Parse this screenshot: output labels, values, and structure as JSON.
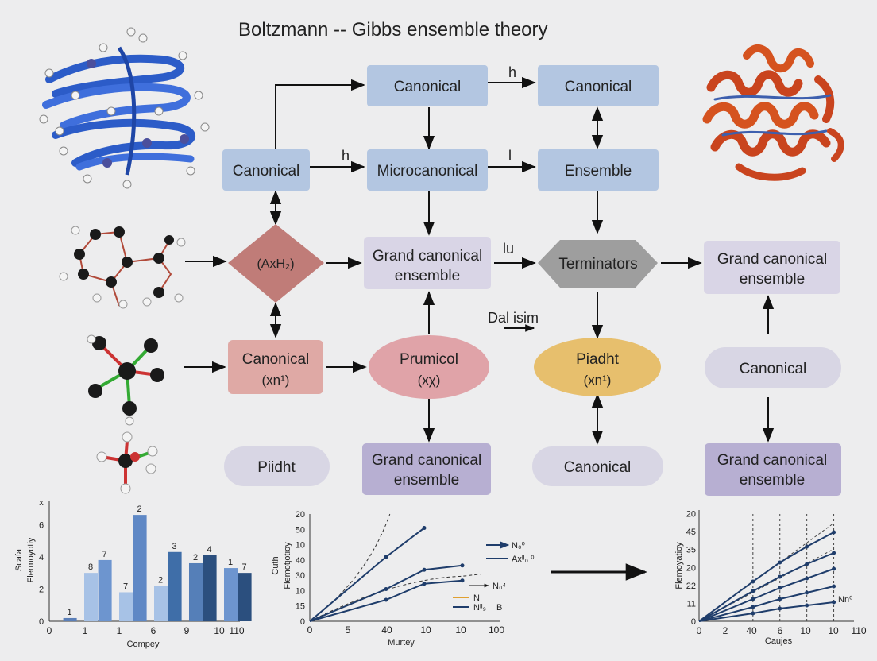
{
  "title": "Boltzmann -- Gibbs ensemble theory",
  "nodes": {
    "canonical_top_center": "Canonical",
    "canonical_top_right": "Canonical",
    "canonical_row2_left": "Canonical",
    "microcanonical": "Microcanonical",
    "ensemble": "Ensemble",
    "diamond": "(AxH₂)",
    "grand_center_line1": "Grand canonical",
    "grand_center_line2": "ensemble",
    "terminators": "Terminators",
    "grand_right_line1": "Grand canonical",
    "grand_right_line2": "ensemble",
    "canonical_red_line1": "Canonical",
    "canonical_red_line2": "(xn¹)",
    "prumicol_line1": "Prumicol",
    "prumicol_line2": "(xχ)",
    "piadht_line1": "Piadht",
    "piadht_line2": "(xn¹)",
    "canonical_right_mid": "Canonical",
    "piidht": "Piidht",
    "grand_bottom_center_line1": "Grand canonical",
    "grand_bottom_center_line2": "ensemble",
    "canonical_bottom": "Canonical",
    "grand_bottom_right_line1": "Grand canonical",
    "grand_bottom_right_line2": "ensemble"
  },
  "edge_labels": {
    "h_top": "h",
    "h_mid": "h",
    "l_mid": "l",
    "lu": "lu",
    "dal_isim": "Dal isim"
  },
  "colors": {
    "blue_box": "#b3c6e1",
    "lavender_box": "#d9d5e6",
    "purple_box": "#b7afd2",
    "gray_oval": "#d8d6e4",
    "red_box": "#dfa9a5",
    "diamond": "#c07c78",
    "terminator": "#9e9e9e",
    "pink_oval": "#e0a3a8",
    "yellow_oval": "#e7bf6d",
    "arrow": "#111111",
    "helix_red": "#c9441e",
    "sheet_blue": "#2c5cc8"
  },
  "chart_data": [
    {
      "type": "bar",
      "title": "",
      "ylabel_line1": "Scafa",
      "ylabel_line2": "Flermoyotiy",
      "xlabel": "Compey",
      "y_axis_label": "x",
      "yticks": [
        "0",
        "2",
        "4",
        "6"
      ],
      "xticks": [
        "0",
        "1",
        "1",
        "6",
        "9",
        "10",
        "110"
      ],
      "ylim": [
        0,
        7
      ],
      "bars": [
        {
          "x": 0.4,
          "value": 0.2,
          "label": "1",
          "color": "#5b7fb8"
        },
        {
          "x": 1.0,
          "value": 3.0,
          "label": "8",
          "color": "#a7c2e6"
        },
        {
          "x": 1.4,
          "value": 3.8,
          "label": "7",
          "color": "#6d95cf"
        },
        {
          "x": 2.0,
          "value": 1.8,
          "label": "7",
          "color": "#a7c2e6"
        },
        {
          "x": 2.4,
          "value": 6.6,
          "label": "2",
          "color": "#5f88c5"
        },
        {
          "x": 3.0,
          "value": 2.2,
          "label": "2",
          "color": "#a7c2e6"
        },
        {
          "x": 3.4,
          "value": 4.3,
          "label": "3",
          "color": "#3f6ea8"
        },
        {
          "x": 4.0,
          "value": 3.6,
          "label": "2",
          "color": "#557fb8"
        },
        {
          "x": 4.4,
          "value": 4.1,
          "label": "4",
          "color": "#2b4f7e"
        },
        {
          "x": 5.0,
          "value": 3.3,
          "label": "1",
          "color": "#6d95cf"
        },
        {
          "x": 5.4,
          "value": 3.0,
          "label": "7",
          "color": "#2b4f7e"
        }
      ]
    },
    {
      "type": "line",
      "title": "",
      "ylabel_line1": "Cuth",
      "ylabel_line2": "Flemotjotioy",
      "xlabel": "Murtey",
      "xticks": [
        "0",
        "5",
        "40",
        "10",
        "10",
        "100"
      ],
      "yticks": [
        "0",
        "15",
        "10",
        "30",
        "40",
        "10",
        "50",
        "20"
      ],
      "legend": [
        "N₀⁰",
        "Axᴵᴵ₀ ⁰",
        "N₀⁴",
        "N",
        "B",
        "Nᴵᴵ₉"
      ],
      "series": [
        {
          "name": "",
          "points": [
            [
              0,
              0
            ],
            [
              40,
              60
            ],
            [
              60,
              87
            ]
          ]
        },
        {
          "name": "",
          "points": [
            [
              0,
              0
            ],
            [
              40,
              30
            ],
            [
              60,
              48
            ],
            [
              80,
              52
            ]
          ]
        },
        {
          "name": "",
          "points": [
            [
              0,
              0
            ],
            [
              40,
              20
            ],
            [
              60,
              35
            ],
            [
              80,
              38
            ]
          ]
        }
      ]
    },
    {
      "type": "line",
      "title": "",
      "ylabel": "Flemoyatioy",
      "xlabel": "Caujes",
      "xticks": [
        "0",
        "2",
        "2",
        "40",
        "6",
        "10",
        "10",
        "110"
      ],
      "yticks": [
        "0",
        "11",
        "22",
        "20",
        "35",
        "45",
        "20"
      ],
      "legend": [
        "Nn⁰"
      ],
      "series": [
        {
          "name": "",
          "points": [
            [
              0,
              0
            ],
            [
              40,
              25
            ],
            [
              60,
              37
            ],
            [
              80,
              47
            ],
            [
              100,
              56
            ]
          ]
        },
        {
          "name": "",
          "points": [
            [
              0,
              0
            ],
            [
              40,
              19
            ],
            [
              60,
              28
            ],
            [
              80,
              36
            ],
            [
              100,
              43
            ]
          ]
        },
        {
          "name": "",
          "points": [
            [
              0,
              0
            ],
            [
              40,
              14
            ],
            [
              60,
              21
            ],
            [
              80,
              27
            ],
            [
              100,
              33
            ]
          ]
        },
        {
          "name": "",
          "points": [
            [
              0,
              0
            ],
            [
              40,
              9
            ],
            [
              60,
              14
            ],
            [
              80,
              18
            ],
            [
              100,
              22
            ]
          ]
        },
        {
          "name": "",
          "points": [
            [
              0,
              0
            ],
            [
              40,
              5
            ],
            [
              60,
              8
            ],
            [
              80,
              10
            ],
            [
              100,
              12
            ]
          ]
        }
      ]
    }
  ]
}
